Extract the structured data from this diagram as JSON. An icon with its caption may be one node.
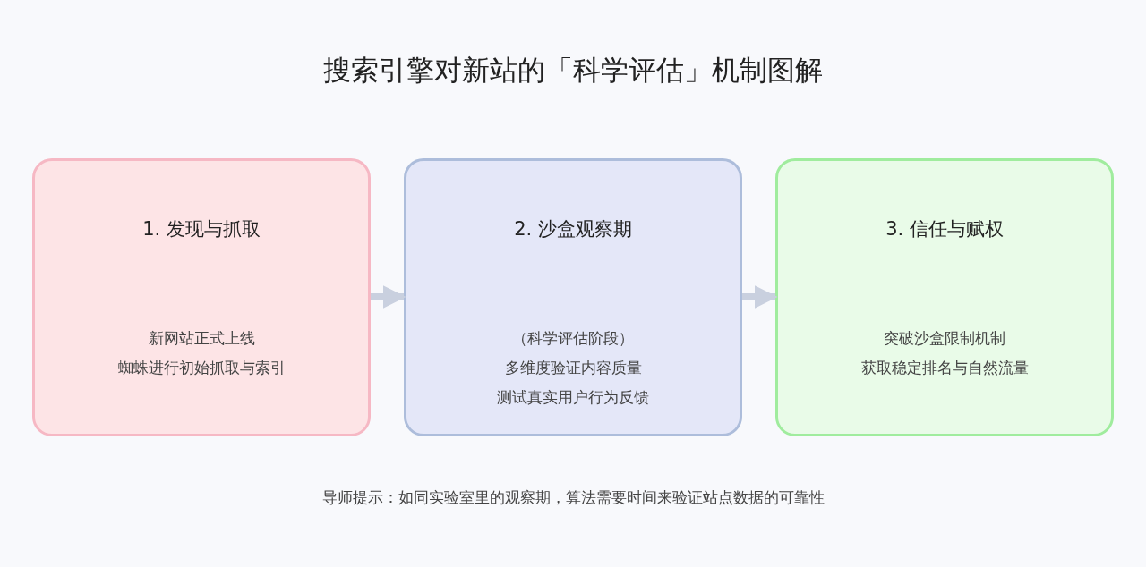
{
  "diagram": {
    "title": "搜索引擎对新站的「科学评估」机制图解",
    "nodes": [
      {
        "text": [
          "1. 发现与抓取",
          "新网站正式上线",
          "蜘蛛进行初始抓取与索引"
        ]
      },
      {
        "text": [
          "2. 沙盒观察期",
          "（科学评估阶段）",
          "多维度验证内容质量",
          "测试真实用户行为反馈"
        ]
      },
      {
        "text": [
          "3. 信任与赋权",
          "突破沙盒限制机制",
          "获取稳定排名与自然流量"
        ]
      }
    ],
    "edges": [
      {
        "from": 0,
        "to": 1,
        "arrow": "to"
      },
      {
        "from": 1,
        "to": 2,
        "arrow": "to"
      }
    ],
    "labels": [
      "导师提示：如同实验室里的观察期，算法需要时间来验证站点数据的可靠性"
    ]
  }
}
